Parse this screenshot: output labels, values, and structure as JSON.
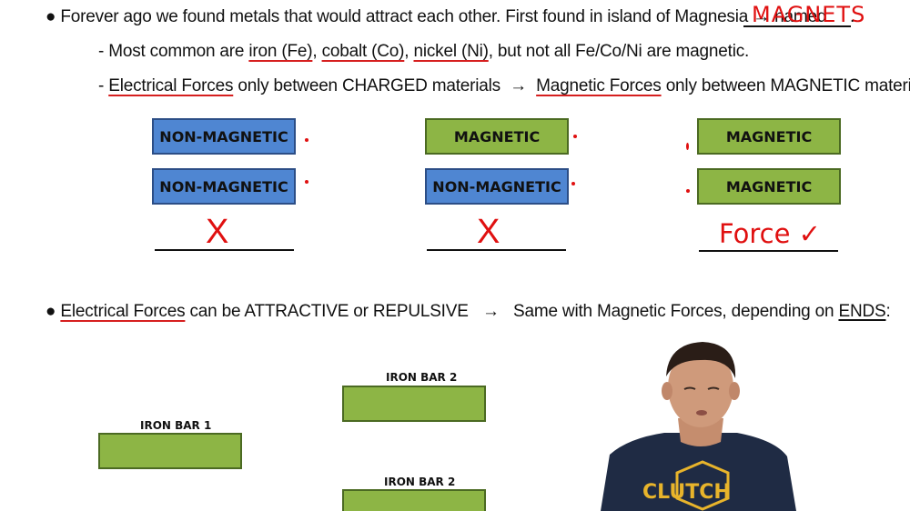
{
  "bullet1": {
    "bullet": "●",
    "text": "Forever ago we found metals that would attract each other. First found in island of Magnesia",
    "arrow": "→",
    "named": "named",
    "answer": "MAGNETS",
    "period": "."
  },
  "sub1": {
    "dash": "-",
    "prefix": "Most common are",
    "iron": "iron (Fe)",
    "comma1": ",",
    "cobalt": "cobalt (Co)",
    "comma2": ",",
    "nickel": "nickel (Ni)",
    "suffix": ", but not all Fe/Co/Ni are magnetic."
  },
  "sub2": {
    "dash": "-",
    "electrical": "Electrical Forces",
    "mid": "only between CHARGED materials",
    "arrow": "→",
    "magnetic": "Magnetic Forces",
    "end": "only between MAGNETIC materials:"
  },
  "pairs": [
    {
      "top": "NON-MAGNETIC",
      "bottom": "NON-MAGNETIC",
      "result": "X"
    },
    {
      "top": "MAGNETIC",
      "bottom": "NON-MAGNETIC",
      "result": "X"
    },
    {
      "top": "MAGNETIC",
      "bottom": "MAGNETIC",
      "result": "Force ✓"
    }
  ],
  "bullet2": {
    "bullet": "●",
    "electrical": "Electrical Forces",
    "mid": "can be ATTRACTIVE or REPULSIVE",
    "arrow": "→",
    "rest": "Same with Magnetic Forces, depending on",
    "ends": "ENDS",
    "colon": ":"
  },
  "bars": {
    "bar1_label": "IRON BAR 1",
    "bar2a_label": "IRON BAR 2",
    "bar2b_label": "IRON BAR 2"
  },
  "presenter": {
    "shirt_text": "CLUTCH"
  },
  "colors": {
    "magnetic_green": "#8db545",
    "nonmagnetic_blue": "#4f86d2",
    "annotation_red": "#e01010"
  }
}
